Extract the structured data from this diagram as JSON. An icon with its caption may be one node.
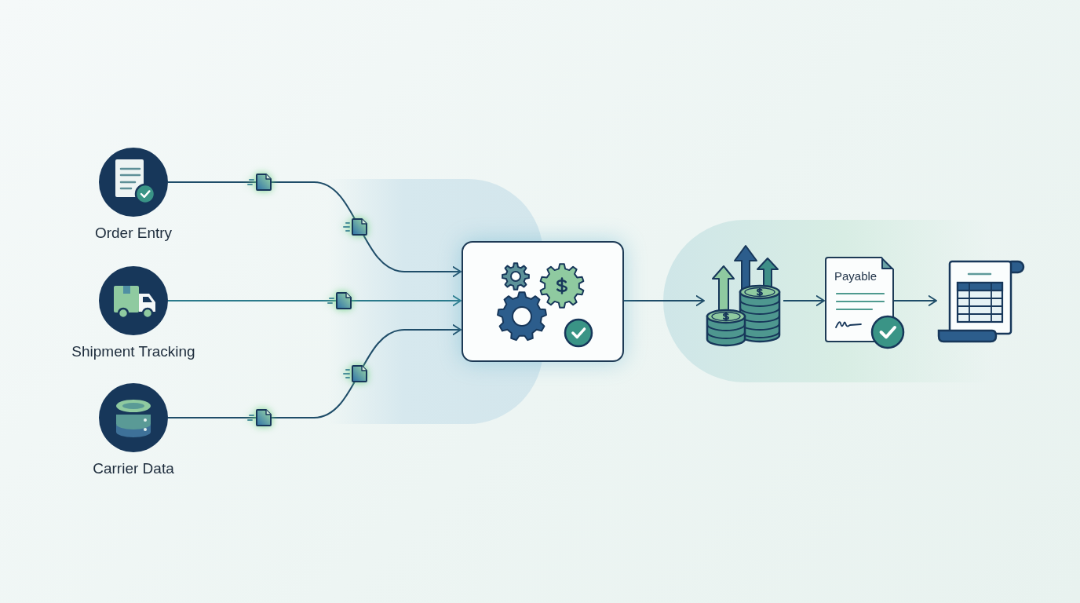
{
  "diagram": {
    "nodes": [
      {
        "text": [
          "Order Entry"
        ]
      },
      {
        "text": [
          "Shipment Tracking"
        ]
      },
      {
        "text": [
          "Carrier Data"
        ]
      },
      {
        "text": [],
        "shape": "box"
      },
      {
        "text": [],
        "shape": "picture"
      },
      {
        "text": [
          "Payable"
        ]
      },
      {
        "text": [],
        "shape": "picture"
      }
    ],
    "edges": [
      {
        "from": 0,
        "to": 3,
        "arrow": "to"
      },
      {
        "from": 1,
        "to": 3,
        "arrow": "to",
        "color": "#2b7a8b"
      },
      {
        "from": 2,
        "to": 3,
        "arrow": "to"
      },
      {
        "from": 3,
        "to": 4,
        "arrow": "to"
      },
      {
        "from": 4,
        "to": 5,
        "arrow": "to"
      },
      {
        "from": 5,
        "to": 6,
        "arrow": "to"
      }
    ]
  }
}
